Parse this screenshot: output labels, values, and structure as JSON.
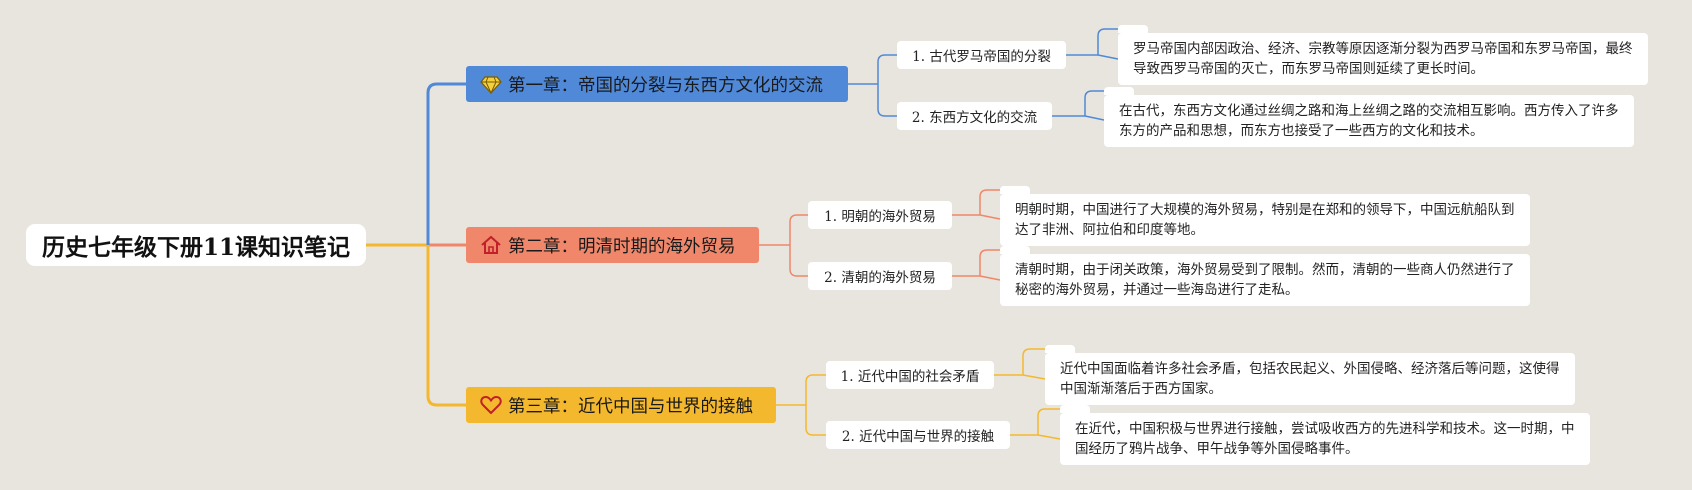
{
  "root": {
    "title": "历史七年级下册11课知识笔记"
  },
  "chapters": [
    {
      "title": "第一章：帝国的分裂与东西方文化的交流",
      "icon": "diamond-icon",
      "color": "#5089d8",
      "sections": [
        {
          "label": "1. 古代罗马帝国的分裂",
          "text": "罗马帝国内部因政治、经济、宗教等原因逐渐分裂为西罗马帝国和东罗马帝国，最终导致西罗马帝国的灭亡，而东罗马帝国则延续了更长时间。"
        },
        {
          "label": "2. 东西方文化的交流",
          "text": "在古代，东西方文化通过丝绸之路和海上丝绸之路的交流相互影响。西方传入了许多东方的产品和思想，而东方也接受了一些西方的文化和技术。"
        }
      ]
    },
    {
      "title": "第二章：明清时期的海外贸易",
      "icon": "house-icon",
      "color": "#f0876a",
      "sections": [
        {
          "label": "1. 明朝的海外贸易",
          "text": "明朝时期，中国进行了大规模的海外贸易，特别是在郑和的领导下，中国远航船队到达了非洲、阿拉伯和印度等地。"
        },
        {
          "label": "2. 清朝的海外贸易",
          "text": "清朝时期，由于闭关政策，海外贸易受到了限制。然而，清朝的一些商人仍然进行了秘密的海外贸易，并通过一些海岛进行了走私。"
        }
      ]
    },
    {
      "title": "第三章：近代中国与世界的接触",
      "icon": "heart-icon",
      "color": "#f4b82e",
      "sections": [
        {
          "label": "1. 近代中国的社会矛盾",
          "text": "近代中国面临着许多社会矛盾，包括农民起义、外国侵略、经济落后等问题，这使得中国渐渐落后于西方国家。"
        },
        {
          "label": "2. 近代中国与世界的接触",
          "text": "在近代，中国积极与世界进行接触，尝试吸收西方的先进科学和技术。这一时期，中国经历了鸦片战争、甲午战争等外国侵略事件。"
        }
      ]
    }
  ]
}
